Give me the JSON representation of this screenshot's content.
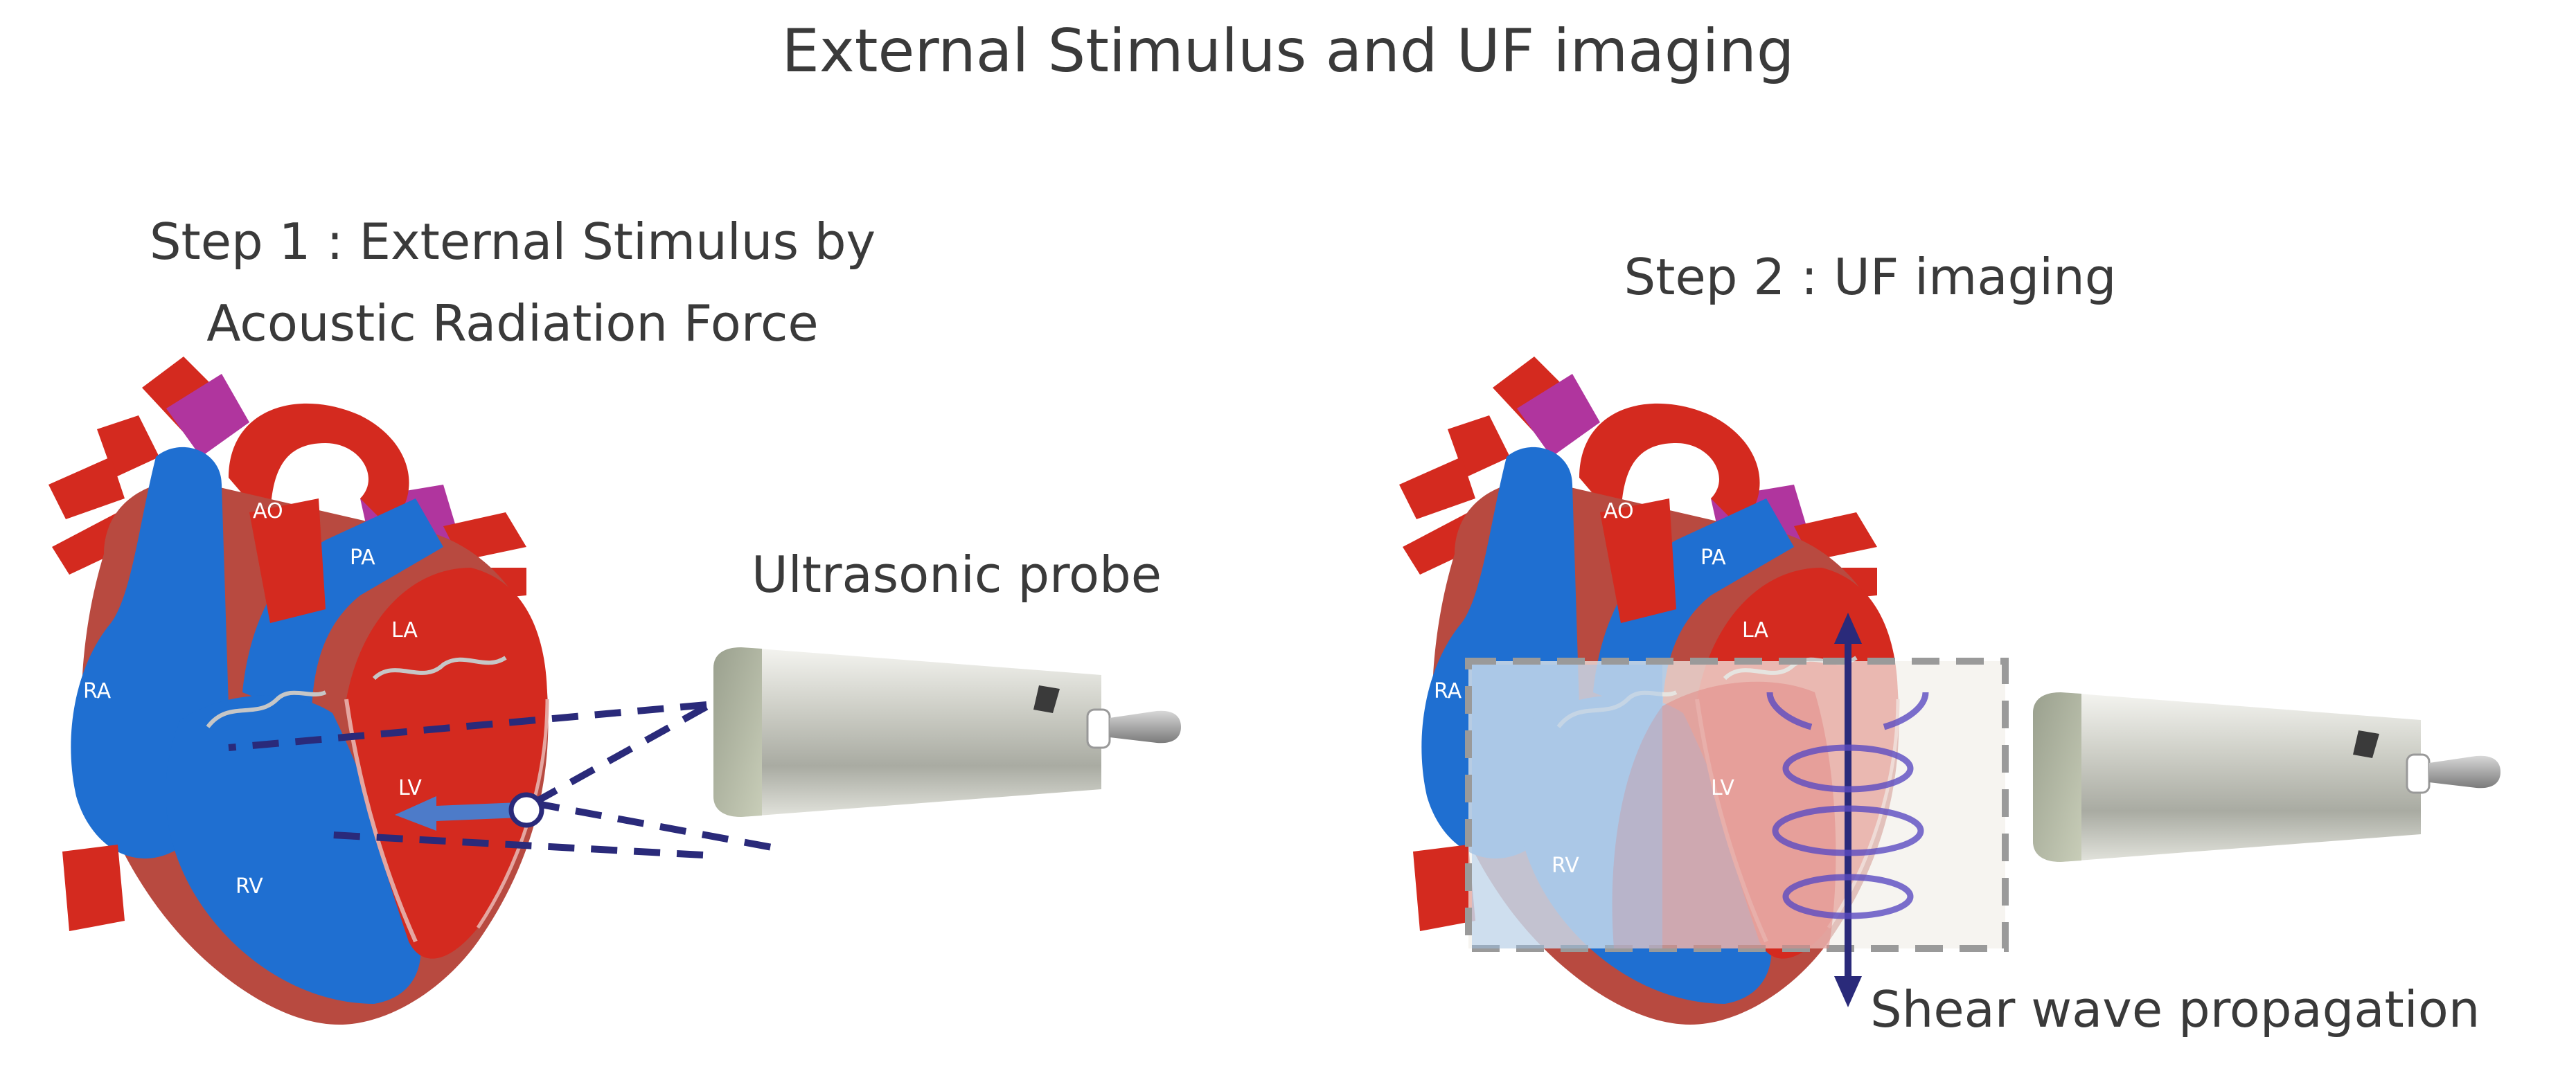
{
  "title": "External Stimulus and UF imaging",
  "step1": {
    "line1": "Step 1 : External Stimulus by",
    "line2": "Acoustic Radiation Force"
  },
  "step2": {
    "label": "Step 2 : UF imaging"
  },
  "probe_label": "Ultrasonic probe",
  "shear_label": "Shear wave propagation",
  "chambers": {
    "ao": "AO",
    "pa": "PA",
    "la": "LA",
    "ra": "RA",
    "rv": "RV",
    "lv": "LV"
  },
  "colors": {
    "artery_red": "#d42a1f",
    "vein_blue": "#1f6fd1",
    "myocardium": "#b84a40",
    "pulmonary_purple": "#b0359e",
    "beam_navy": "#2a2a7a",
    "shear_wave": "#5b4bc2"
  }
}
